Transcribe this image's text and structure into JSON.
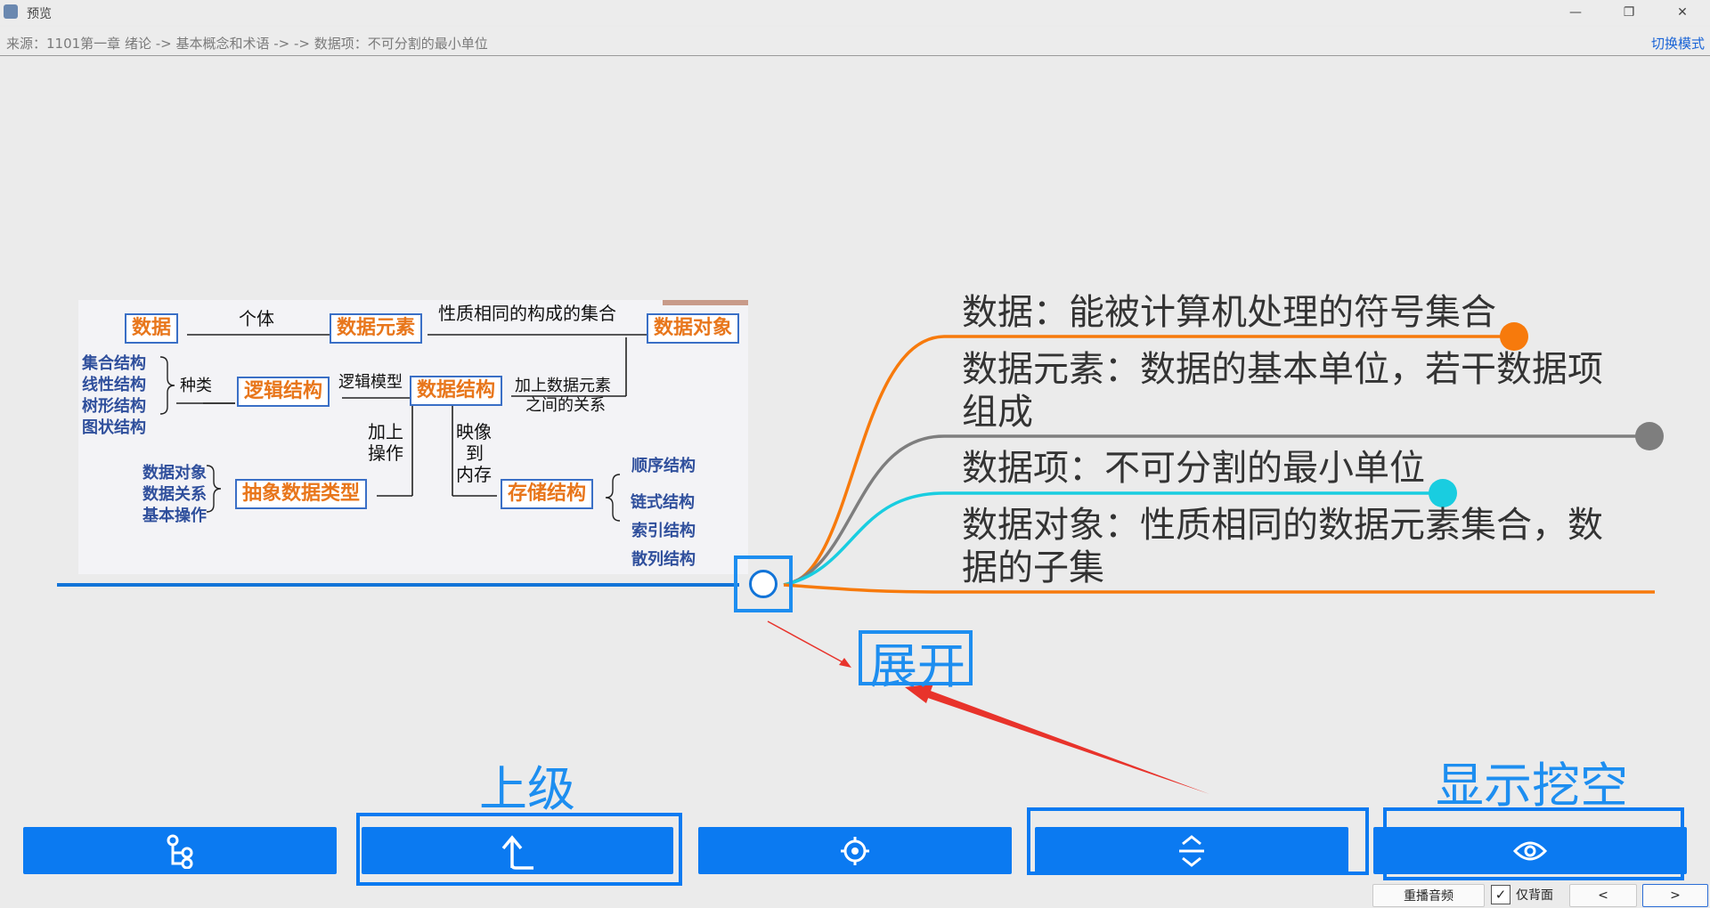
{
  "window": {
    "title": "预览",
    "controls": {
      "minimize": "—",
      "restore": "❐",
      "close": "✕"
    }
  },
  "breadcrumb": {
    "path": "来源：1101第一章 绪论 -> 基本概念和术语 -> -> 数据项：不可分割的最小单位",
    "switch_mode": "切换模式"
  },
  "slide": {
    "top_row": {
      "box1": "数据",
      "label1": "个体",
      "box2": "数据元素",
      "label2": "性质相同的构成的集合",
      "box3": "数据对象"
    },
    "structures": [
      "集合结构",
      "线性结构",
      "树形结构",
      "图状结构"
    ],
    "kinds_label": "种类",
    "logic_box": "逻辑结构",
    "logic_model_label": "逻辑模型",
    "ds_box": "数据结构",
    "add_relation_1": "加上数据元素",
    "add_relation_2": "之间的关系",
    "add_op_1": "加上",
    "add_op_2": "操作",
    "map_1": "映像",
    "map_2": "到",
    "map_3": "内存",
    "adt_items": [
      "数据对象",
      "数据关系",
      "基本操作"
    ],
    "adt_box": "抽象数据类型",
    "storage_box": "存储结构",
    "storage_items": [
      "顺序结构",
      "链式结构",
      "索引结构",
      "散列结构"
    ]
  },
  "mindmap": {
    "nodes": [
      {
        "text": "数据：能被计算机处理的符号集合",
        "color": "#f77a0c"
      },
      {
        "text": "数据元素：数据的基本单位，若干数据项组成",
        "color": "#7e7e7e"
      },
      {
        "text": "数据项：不可分割的最小单位",
        "color": "#19cde0"
      },
      {
        "text": "数据对象：性质相同的数据元素集合，数据的子集",
        "color": "#f77a0c"
      }
    ],
    "main_branch_color": "#1274d8"
  },
  "annotations": {
    "expand": "展开",
    "parent": "上级",
    "show_blank": "显示挖空"
  },
  "toolbar": {
    "buttons": [
      {
        "name": "tree-icon"
      },
      {
        "name": "parent-arrow-icon"
      },
      {
        "name": "locate-icon"
      },
      {
        "name": "expand-collapse-icon"
      },
      {
        "name": "eye-icon"
      }
    ],
    "accent": "#0b7af1"
  },
  "status": {
    "replay_audio": "重播音频",
    "back_only": "仅背面",
    "back_only_checked": true,
    "prev": "<",
    "next": ">"
  }
}
